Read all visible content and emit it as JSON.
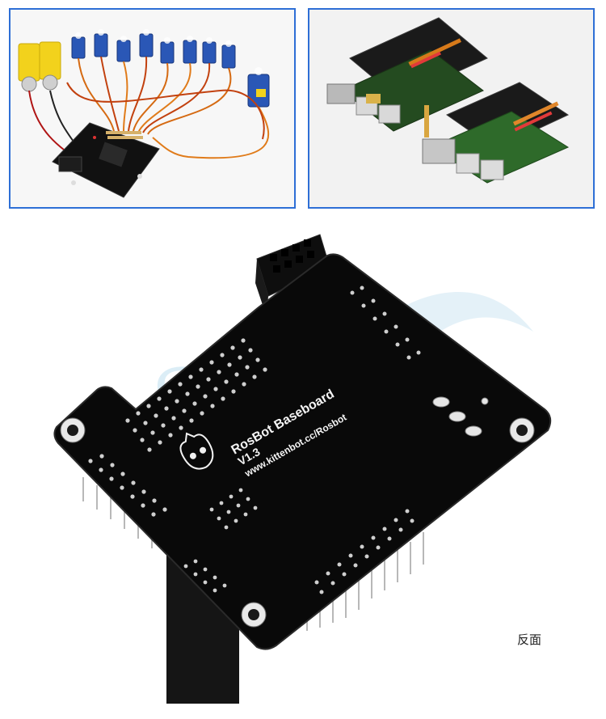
{
  "board": {
    "title": "RosBot Baseboard",
    "version": "V1.3",
    "url": "www.kittenbot.cc/Rosbot"
  },
  "watermark": "Sflumgy",
  "caption": "反面"
}
